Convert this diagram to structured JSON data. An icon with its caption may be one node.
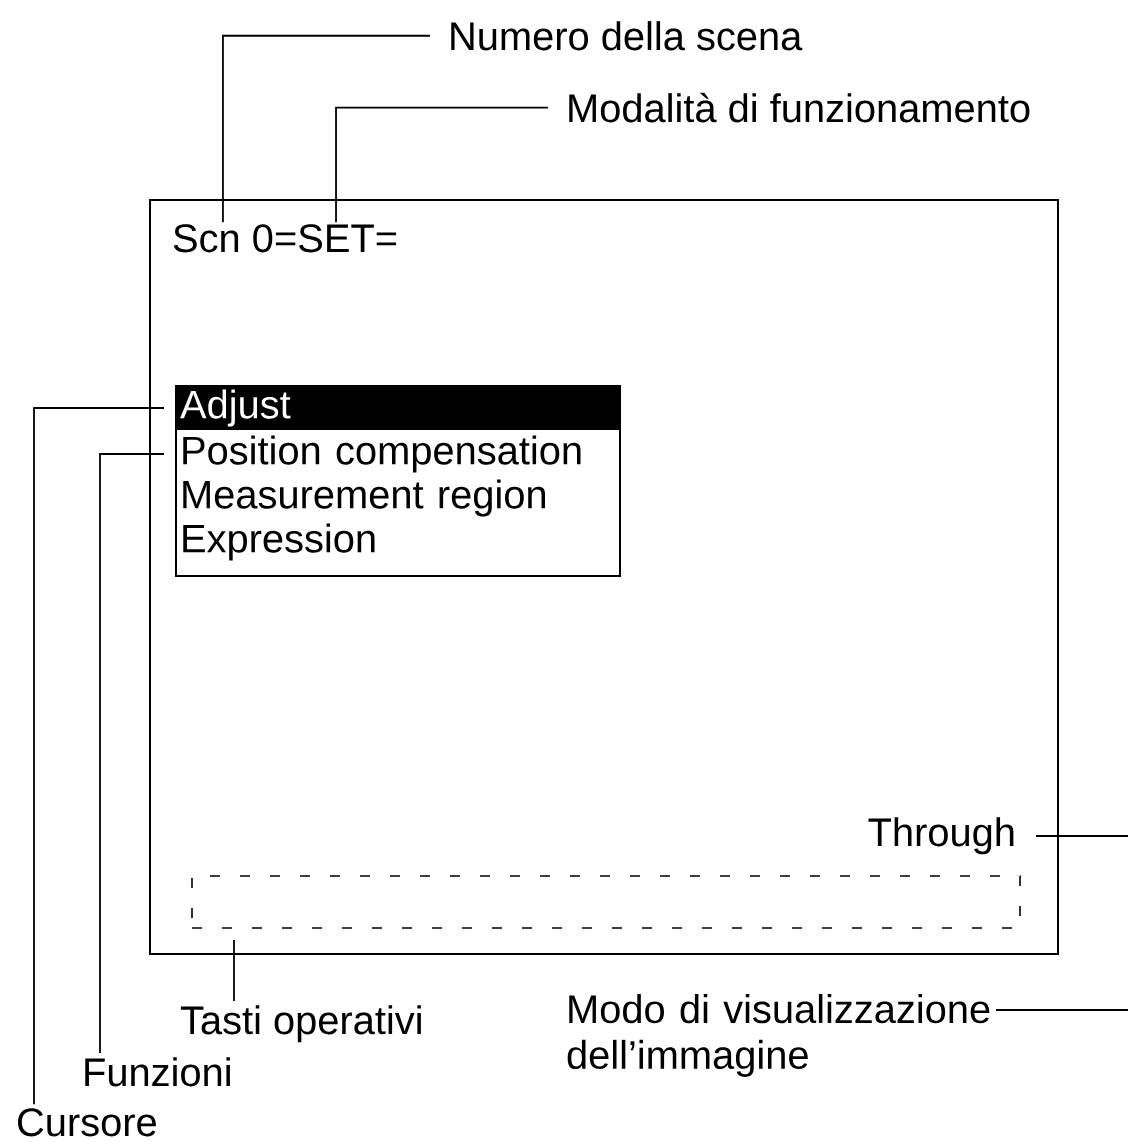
{
  "diagram": {
    "nodes": [
      {
        "text": [],
        "shape": "box"
      },
      {
        "text": [
          "Scn 0"
        ],
        "in": 0
      },
      {
        "text": [
          "=SET="
        ],
        "in": 0
      },
      {
        "text": [],
        "shape": "box",
        "in": 0
      },
      {
        "text": [
          "Adjust"
        ],
        "in": 3
      },
      {
        "text": [
          "Position compensation"
        ],
        "in": 3
      },
      {
        "text": [
          "Measurement region"
        ],
        "in": 3
      },
      {
        "text": [
          "Expression"
        ],
        "in": 3
      },
      {
        "text": [
          "Through"
        ],
        "in": 0
      },
      {
        "text": [],
        "shape": "box",
        "in": 0
      },
      {
        "text": [
          "Numero della scena"
        ]
      },
      {
        "text": [
          "Modalità di funzionamento"
        ]
      },
      {
        "text": [
          "Cursore"
        ]
      },
      {
        "text": [
          "Funzioni"
        ]
      },
      {
        "text": [
          "Tasti operativi"
        ]
      },
      {
        "text": [
          "Modo di visualizzazione dell’immagine"
        ]
      }
    ],
    "edges": [
      {
        "from": 10,
        "to": 1,
        "arrow": "none"
      },
      {
        "from": 11,
        "to": 2,
        "arrow": "none"
      },
      {
        "from": 12,
        "to": 4,
        "arrow": "none"
      },
      {
        "from": 13,
        "to": 5,
        "arrow": "none"
      },
      {
        "from": 14,
        "to": 9,
        "arrow": "none"
      },
      {
        "from": 8,
        "to": null,
        "arrow": "none"
      },
      {
        "from": 15,
        "to": null,
        "arrow": "none"
      }
    ]
  }
}
